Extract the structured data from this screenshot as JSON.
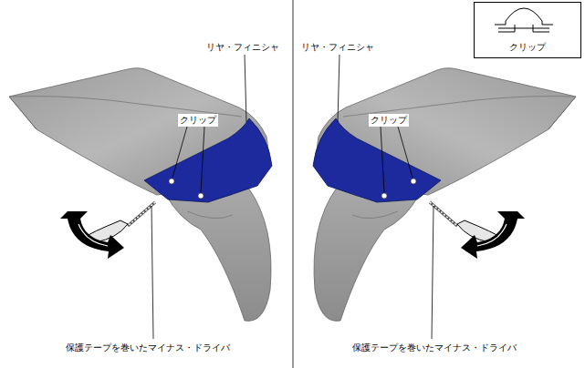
{
  "diagram": {
    "nodes": [
      {
        "text": [
          "クリップ"
        ]
      }
    ],
    "labels": [
      "リヤ・フィニシャ",
      "リヤ・フィニシャ",
      "クリップ",
      "クリップ",
      "保護テープを巻いたマイナス・ドライバ",
      "保護テープを巻いたマイナス・ドライバ"
    ]
  }
}
